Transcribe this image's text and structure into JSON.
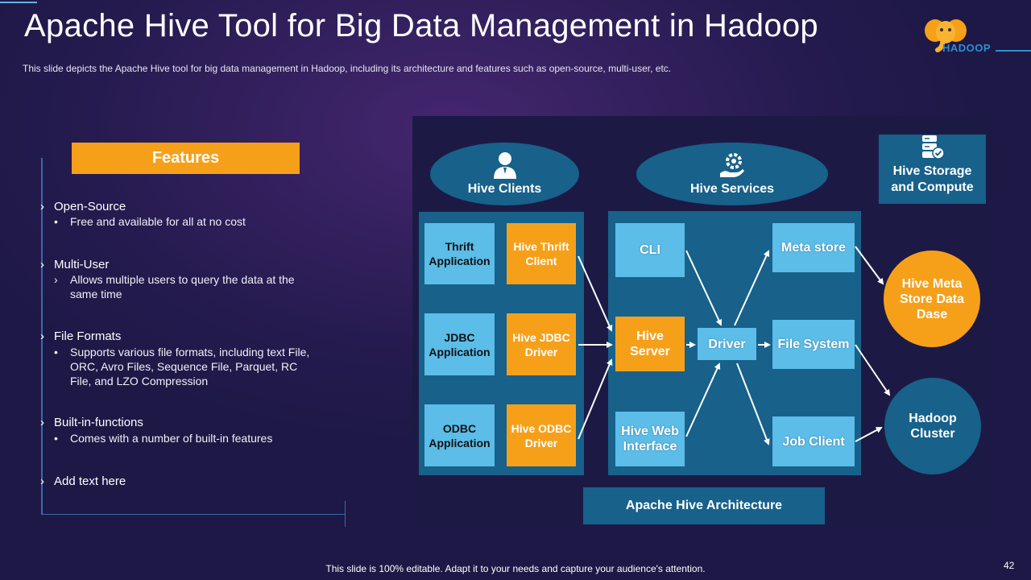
{
  "title": "Apache Hive Tool for Big Data Management in Hadoop",
  "subtitle": "This slide depicts the Apache Hive tool for big data management in Hadoop, including its architecture and features such as open-source, multi-user, etc.",
  "logo_text": "HADOOP",
  "features": {
    "heading": "Features",
    "items": [
      {
        "label": "Open-Source",
        "sub_lines": [
          "Free and available for all at no cost"
        ]
      },
      {
        "label": "Multi-User",
        "sub_lines": [
          "Allows multiple users to query the data at the",
          "same time"
        ]
      },
      {
        "label": "File Formats",
        "sub_lines": [
          "Supports various file formats, including text File,",
          "ORC, Avro Files, Sequence File, Parquet, RC",
          "File, and LZO Compression"
        ]
      },
      {
        "label": "Built-in-functions",
        "sub_lines": [
          "Comes with a number of built-in features"
        ]
      },
      {
        "label": "Add text here",
        "sub_lines": []
      }
    ]
  },
  "diagram": {
    "hive_clients": "Hive Clients",
    "hive_services": "Hive Services",
    "hive_storage": [
      "Hive Storage",
      "and Compute"
    ],
    "thrift_app": [
      "Thrift",
      "Application"
    ],
    "thrift_client": [
      "Hive Thrift",
      "Client"
    ],
    "jdbc_app": [
      "JDBC",
      "Application"
    ],
    "jdbc_driver": [
      "Hive JDBC",
      "Driver"
    ],
    "odbc_app": [
      "ODBC",
      "Application"
    ],
    "odbc_driver": [
      "Hive ODBC",
      "Driver"
    ],
    "cli": "CLI",
    "hive_server": [
      "Hive",
      "Server"
    ],
    "web_interface": [
      "Hive Web",
      "Interface"
    ],
    "driver": "Driver",
    "meta_store": "Meta store",
    "file_system": "File System",
    "job_client": "Job Client",
    "meta_db": [
      "Hive Meta",
      "Store Data",
      "Dase"
    ],
    "hadoop_cluster": [
      "Hadoop",
      "Cluster"
    ],
    "architecture_label": "Apache Hive Architecture"
  },
  "footer": "This slide is 100% editable. Adapt it to your needs and capture your audience's attention.",
  "page_number": "42",
  "colors": {
    "accent_orange": "#f6a01a",
    "light_blue": "#5bbde8",
    "teal": "#17618a",
    "panel": "#1c1a45"
  }
}
